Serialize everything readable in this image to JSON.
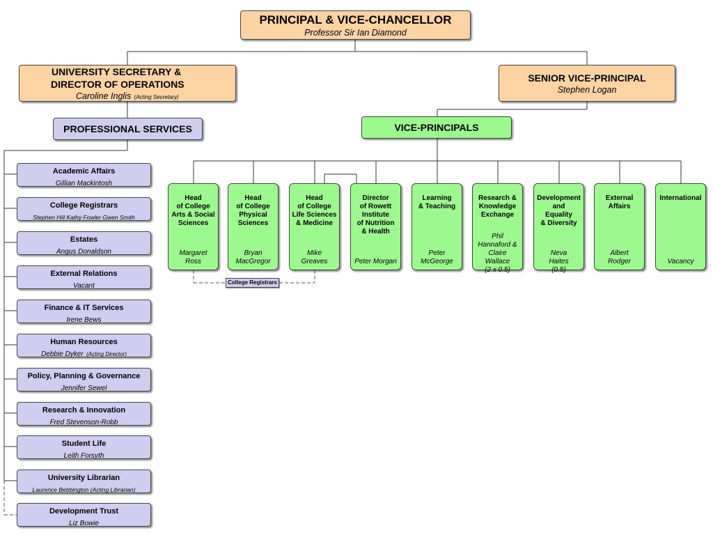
{
  "principal": {
    "title": "PRINCIPAL & VICE-CHANCELLOR",
    "name": "Professor Sir Ian Diamond"
  },
  "secretary": {
    "title_line1": "UNIVERSITY SECRETARY &",
    "title_line2": "DIRECTOR OF OPERATIONS",
    "name": "Caroline Inglis",
    "note": "(Acting Secretary)"
  },
  "senior_vp": {
    "title": "SENIOR VICE-PRINCIPAL",
    "name": "Stephen Logan"
  },
  "professional_services": {
    "title": "PROFESSIONAL SERVICES"
  },
  "vice_principals": {
    "title": "VICE-PRINCIPALS"
  },
  "college_registrars_tag": "College Registrars",
  "services": [
    {
      "title": "Academic Affairs",
      "name": "Gillian Mackintosh",
      "note": ""
    },
    {
      "title": "College Registrars",
      "name": "Stephen Hill  Kathy Fowler  Gwen Smith",
      "note": ""
    },
    {
      "title": "Estates",
      "name": "Angus Donaldson",
      "note": ""
    },
    {
      "title": "External Relations",
      "name": "Vacant",
      "note": ""
    },
    {
      "title": "Finance & IT Services",
      "name": "Irene Bews",
      "note": ""
    },
    {
      "title": "Human Resources",
      "name": "Debbie Dyker",
      "note": "(Acting Director)"
    },
    {
      "title": "Policy, Planning & Governance",
      "name": "Jennifer Sewel",
      "note": ""
    },
    {
      "title": "Research & Innovation",
      "name": "Fred Stevenson-Robb",
      "note": ""
    },
    {
      "title": "Student Life",
      "name": "Leith Forsyth",
      "note": ""
    },
    {
      "title": "University Librarian",
      "name": "Laurence Bebbington (Acting Librarian)",
      "note": ""
    },
    {
      "title": "Development Trust",
      "name": "Liz Bowie",
      "note": ""
    }
  ],
  "vps": [
    {
      "title": "Head\nof College\nArts & Social\nSciences",
      "name": "Margaret\nRoss"
    },
    {
      "title": "Head\nof College\nPhysical\nSciences",
      "name": "Bryan\nMacGregor"
    },
    {
      "title": "Head\nof College\nLife Sciences\n& Medicine",
      "name": "Mike\nGreaves"
    },
    {
      "title": "Director\nof Rowett\nInstitute\nof Nutrition\n& Health",
      "name": "Peter Morgan"
    },
    {
      "title": "Learning\n& Teaching",
      "name": "Peter\nMcGeorge"
    },
    {
      "title": "Research &\nKnowledge\nExchange",
      "name": "Phil\nHannaford &\nClaire\nWallace\n(2 x 0.5)"
    },
    {
      "title": "Development\nand\nEquality\n& Diversity",
      "name": "Neva\nHaites\n(0.5)"
    },
    {
      "title": "External\nAffairs",
      "name": "Albert\nRodger"
    },
    {
      "title": "International",
      "name": "Vacancy"
    }
  ],
  "colors": {
    "orange": "#fcd3a3",
    "purple": "#cfcdf0",
    "green": "#9cf98d",
    "line": "#333333"
  }
}
